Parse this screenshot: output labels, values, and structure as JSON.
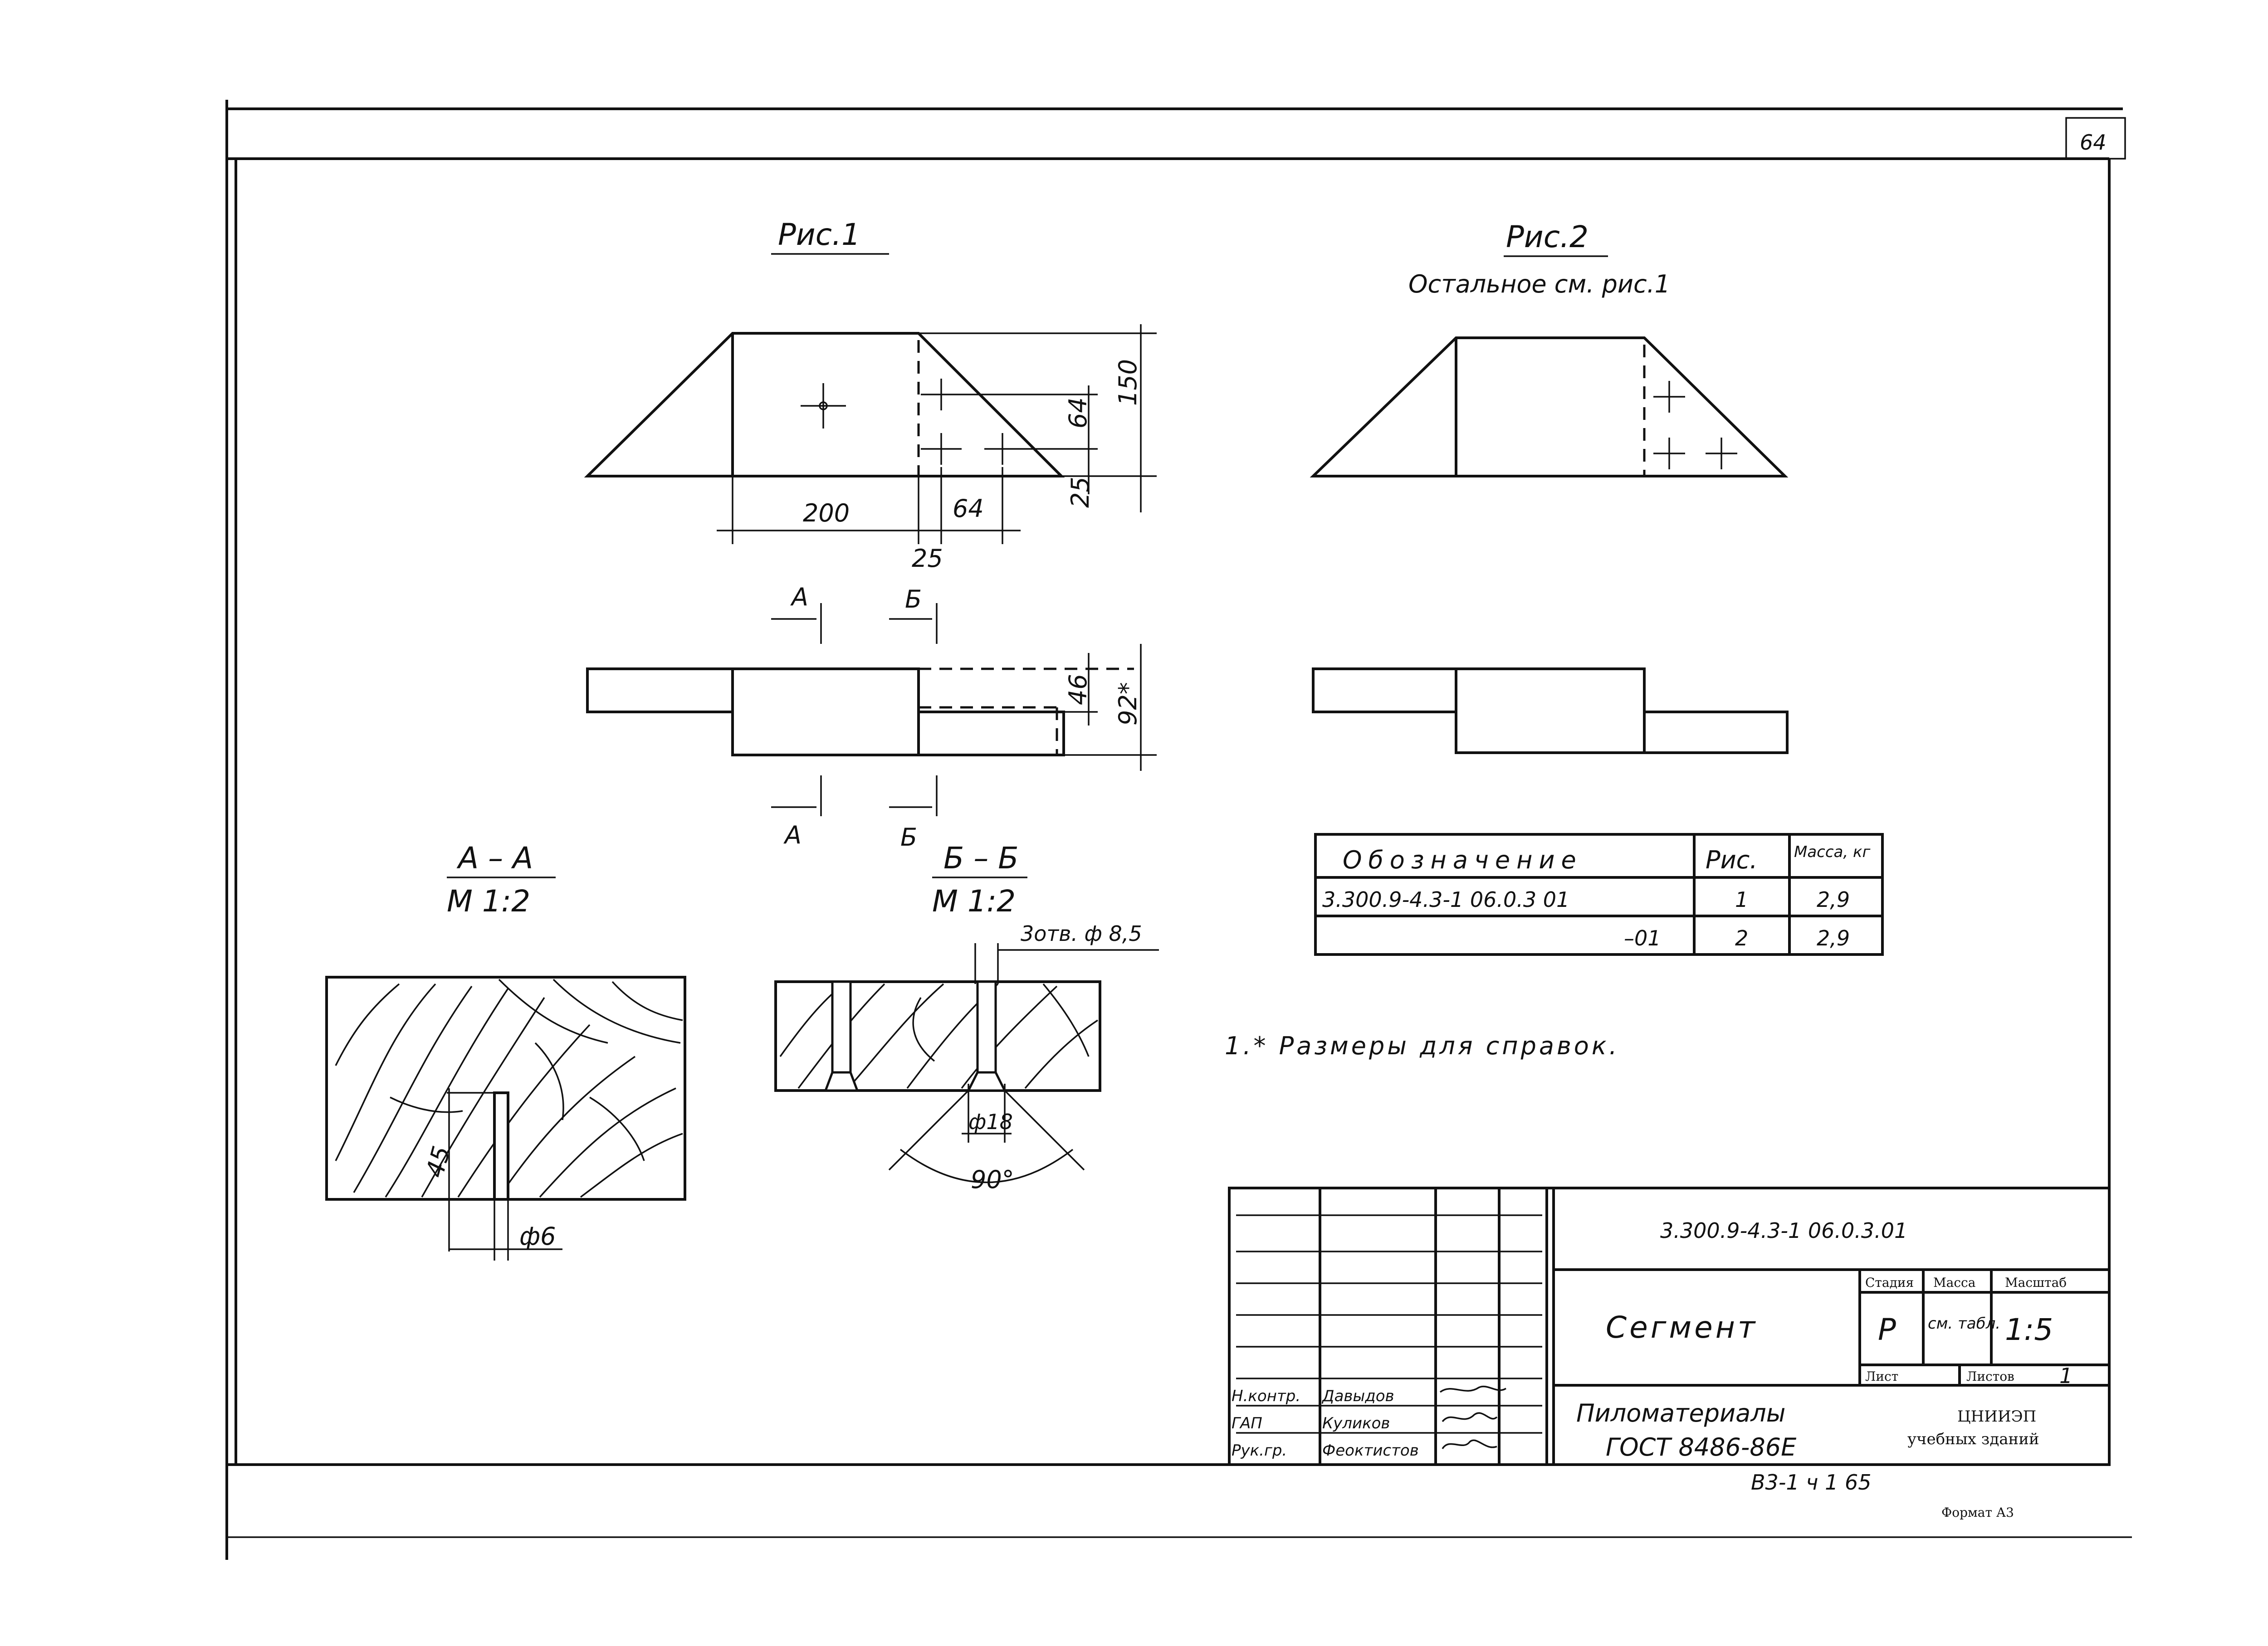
{
  "sheet": {
    "sheet_number": "64",
    "bottom_code": "В3-1  ч 1  65",
    "format_label": "Формат А3"
  },
  "views": {
    "fig1_title": "Рис.1",
    "fig2_title": "Рис.2",
    "fig2_subtitle": "Остальное см. рис.1",
    "dims": {
      "d200": "200",
      "d64_h": "64",
      "d25_b": "25",
      "d64_v": "64",
      "d150": "150",
      "d25_r": "25",
      "d46": "46",
      "d92": "92*"
    },
    "cut_marks": {
      "a_top": "А",
      "b_top": "Б",
      "a_bottom": "А",
      "b_bottom": "Б"
    }
  },
  "sections": {
    "aa_title": "А – А",
    "aa_scale": "М 1:2",
    "aa_dim_depth": "45",
    "aa_dim_dia": "ф6",
    "bb_title": "Б – Б",
    "bb_scale": "М 1:2",
    "bb_holes": "3отв. ф 8,5",
    "bb_dim_dia": "ф18",
    "bb_angle": "90°"
  },
  "spec_table": {
    "headers": [
      "Обозначение",
      "Рис.",
      "Масса, кг"
    ],
    "rows": [
      [
        "3.300.9-4.3-1 06.0.3 01",
        "1",
        "2,9"
      ],
      [
        "–01",
        "2",
        "2,9"
      ]
    ]
  },
  "note": "1.* Размеры для справок.",
  "title_block": {
    "doc_code": "3.300.9-4.3-1 06.0.3.01",
    "name": "Сегмент",
    "stage_label": "Стадия",
    "mass_label": "Масса",
    "scale_label": "Масштаб",
    "stage": "Р",
    "mass": "см. табл.",
    "scale": "1:5",
    "sheet_label": "Лист",
    "sheets_label": "Листов",
    "sheets": "1",
    "material_1": "Пиломатериалы",
    "material_2": "ГОСТ 8486-86Е",
    "org_1": "ЦНИИЭП",
    "org_2": "учебных зданий",
    "roles": [
      "Н.контр.",
      "ГАП",
      "Рук.гр."
    ],
    "names": [
      "Давыдов",
      "Куликов",
      "Феоктистов"
    ]
  }
}
